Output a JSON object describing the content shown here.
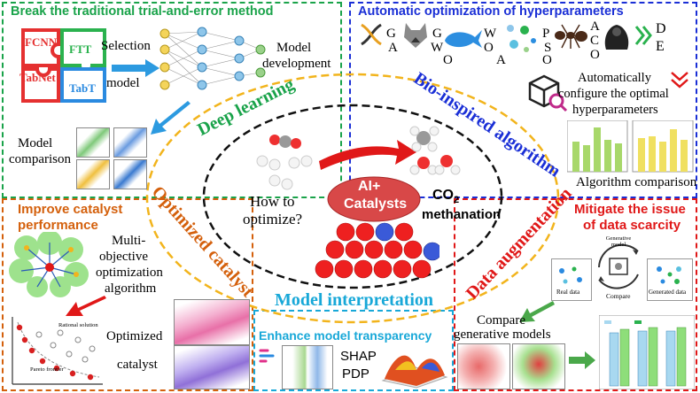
{
  "panels": {
    "top_left_title": "Break the traditional trial-and-error method",
    "top_right_title": "Automatic optimization of hyperparameters",
    "bottom_left_title_line1": "Improve catalyst",
    "bottom_left_title_line2": "performance",
    "bottom_right_title_line1": "Mitigate the issue",
    "bottom_right_title_line2": "of data scarcity",
    "bottom_mid_title": "Enhance model transparency"
  },
  "top_left": {
    "puzzle_fcnn": "FCNN",
    "puzzle_ftt": "FTT",
    "puzzle_tabnet": "TabNet",
    "puzzle_tabt": "TabT",
    "selection": "Selection",
    "model": "model",
    "model_dev_1": "Model",
    "model_dev_2": "development",
    "comparison_1": "Model",
    "comparison_2": "comparison"
  },
  "top_right": {
    "letters": [
      "G",
      "A",
      "G",
      "W",
      "O",
      "W",
      "O",
      "A",
      "P",
      "S",
      "O",
      "A",
      "C",
      "O",
      "D",
      "E"
    ],
    "configure_1": "Automatically",
    "configure_2": "configure the optimal",
    "configure_3": "hyperparameters",
    "algo_comparison": "Algorithm comparison"
  },
  "center": {
    "deep_learning": "Deep learning",
    "bio_inspired": "Bio-inspired algorithm",
    "optimized_catalyst": "Optimized catalyst",
    "data_augmentation": "Data augmentation",
    "model_interpretation": "Model interpretation",
    "how_to_1": "How to",
    "how_to_2": "optimize?",
    "ai_1": "AI+",
    "ai_2": "Catalysts",
    "co2": "CO",
    "co2_sub": "2",
    "methanation": "methanation"
  },
  "bottom_left": {
    "multi_1": "Multi-",
    "multi_2": "objective",
    "multi_3": "optimization",
    "multi_4": "algorithm",
    "rational": "Rational solution",
    "pareto": "Pareto frontier",
    "optimized": "Optimized",
    "catalyst": "catalyst"
  },
  "bottom_mid": {
    "shap": "SHAP",
    "pdp": "PDP"
  },
  "bottom_right": {
    "generative_model": "Generative model",
    "real_data": "Real data",
    "compare": "Compare",
    "generated_data": "Generated data",
    "compare_gen_1": "Compare",
    "compare_gen_2": "generative models"
  },
  "colors": {
    "green": "#1aa34a",
    "blue": "#1a2fd6",
    "orange": "#d4600c",
    "red": "#e01818",
    "cyan": "#18a8d8",
    "gold": "#f2b41c"
  }
}
